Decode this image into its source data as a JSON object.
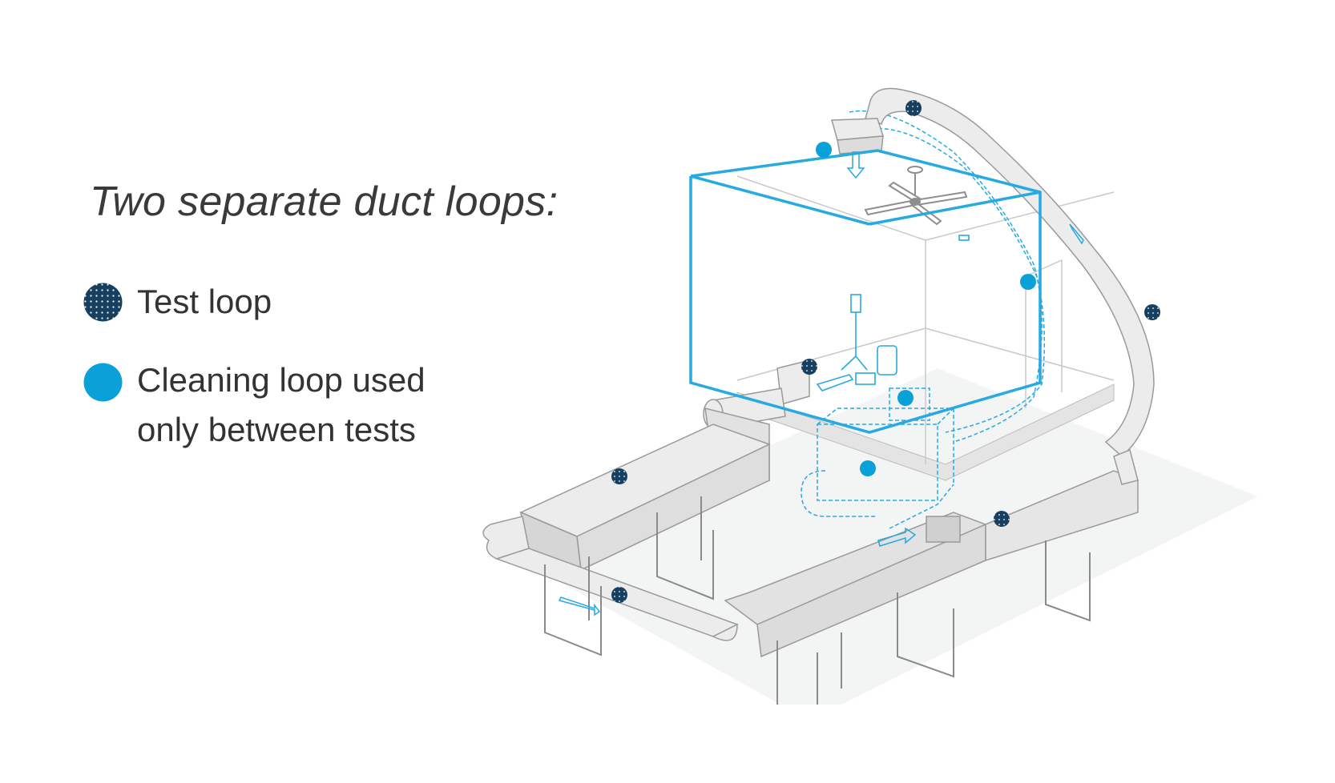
{
  "legend": {
    "title": "Two separate duct loops:",
    "items": [
      {
        "label_lines": [
          "Test loop"
        ],
        "marker": "dotted-dark-circle"
      },
      {
        "label_lines": [
          "Cleaning loop used",
          "only between tests"
        ],
        "marker": "solid-blue-circle"
      }
    ]
  },
  "colors": {
    "test_loop": "#173f5f",
    "cleaning_loop": "#0aa0d8",
    "chamber_edge": "#27a9e1",
    "duct_fill": "#ececec",
    "duct_stroke": "#9a9a9a",
    "text": "#333333"
  }
}
